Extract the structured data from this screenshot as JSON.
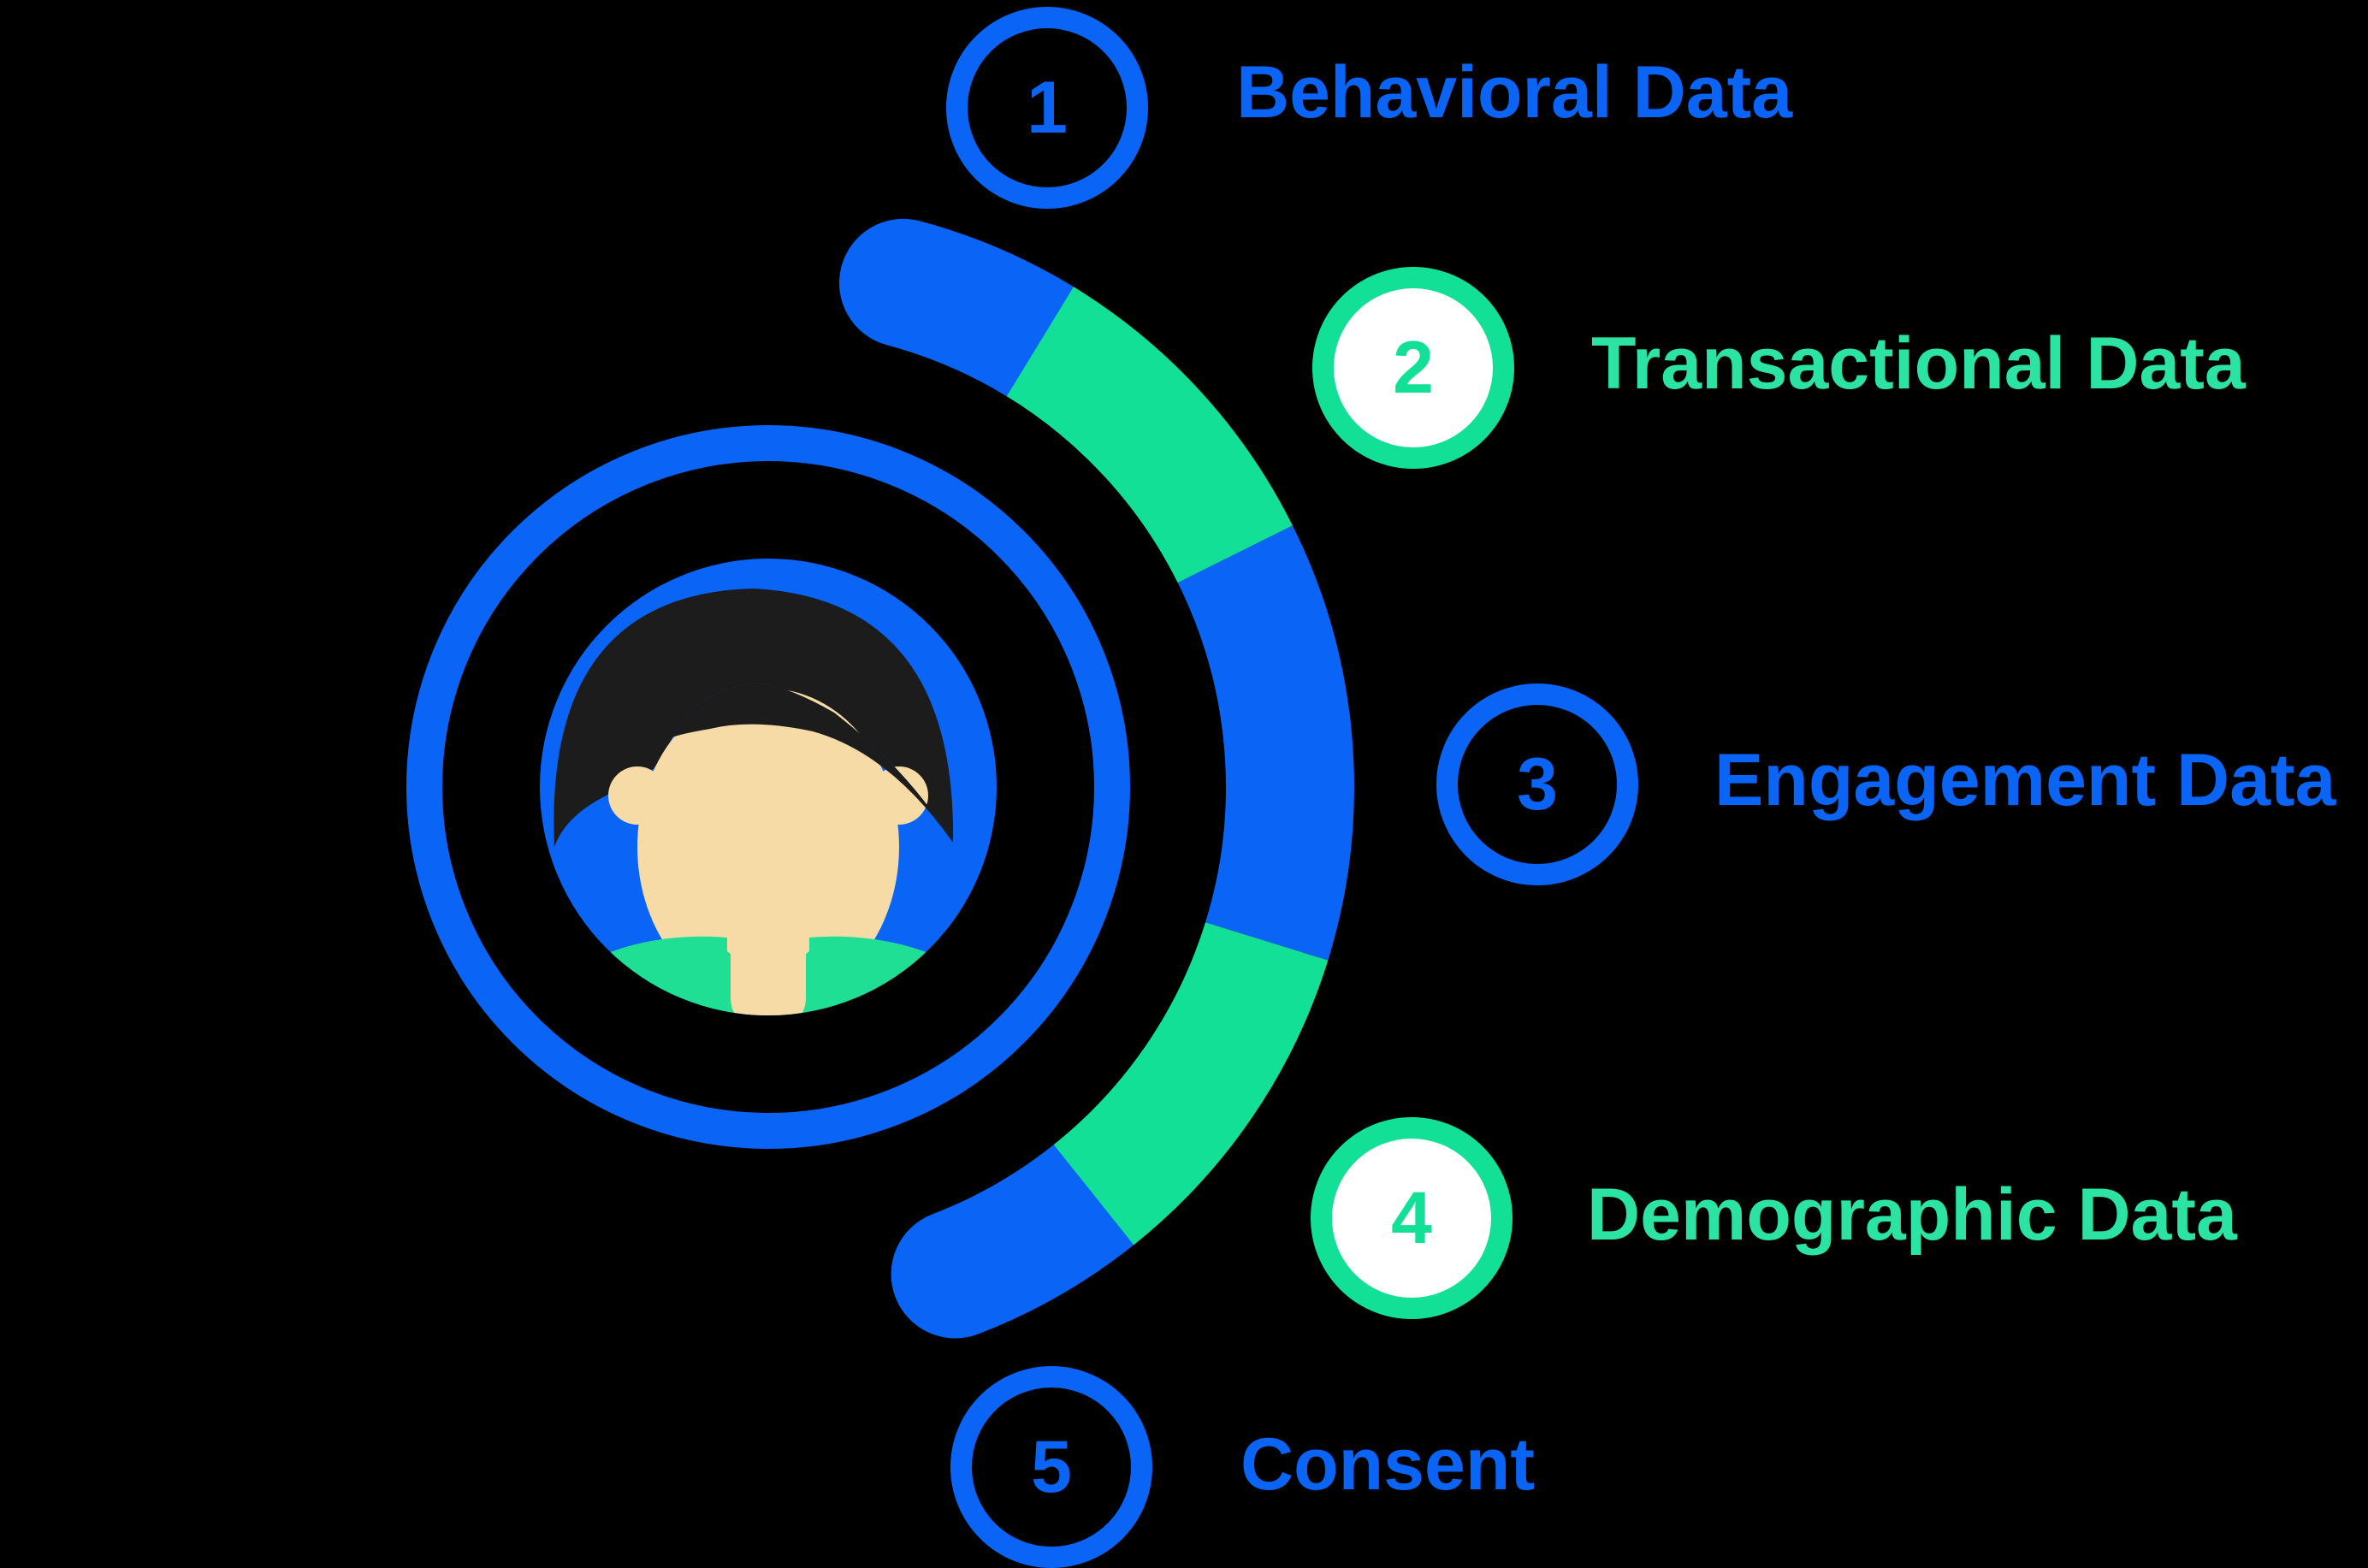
{
  "diagram": {
    "subject_icon": "person-avatar",
    "items": [
      {
        "number": "1",
        "label": "Behavioral Data",
        "color": "blue"
      },
      {
        "number": "2",
        "label": "Transactional Data",
        "color": "green"
      },
      {
        "number": "3",
        "label": "Engagement Data",
        "color": "blue"
      },
      {
        "number": "4",
        "label": "Demographic Data",
        "color": "green"
      },
      {
        "number": "5",
        "label": "Consent",
        "color": "blue"
      }
    ],
    "arc_segments": [
      {
        "step": "1",
        "color_key": "blue"
      },
      {
        "step": "2",
        "color_key": "green"
      },
      {
        "step": "3",
        "color_key": "blue"
      },
      {
        "step": "4",
        "color_key": "green"
      },
      {
        "step": "5",
        "color_key": "blue"
      }
    ],
    "colors": {
      "blue": "#0A64F5",
      "green": "#12E096",
      "text_green": "#2BE3A2",
      "white": "#FFFFFF",
      "background": "#000000",
      "face": "#F7DBA6",
      "hair": "#1C1C1C",
      "shirt": "#1FDF94"
    }
  }
}
